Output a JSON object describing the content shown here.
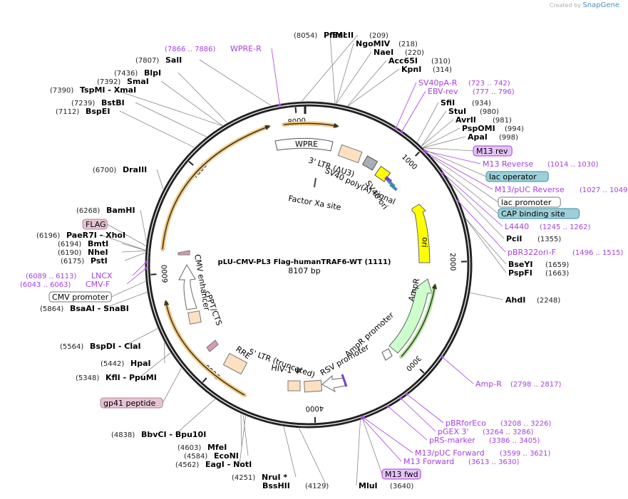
{
  "credit": {
    "prefix": "Created by",
    "brand": "SnapGene"
  },
  "plasmid": {
    "name": "pLU-CMV-PL3 Flag-humanTRAF6-WT (1111)",
    "length_label": "8107 bp",
    "length": 8107
  },
  "ticks": [
    "1000",
    "2000",
    "3000",
    "4000",
    "5000",
    "6000",
    "7000",
    "8000"
  ],
  "enzymes": [
    {
      "name": "PflMI",
      "pos": "(8054)"
    },
    {
      "name": "SacII",
      "pos": "(209)"
    },
    {
      "name": "NgoMIV",
      "pos": "(218)"
    },
    {
      "name": "NaeI",
      "pos": "(220)"
    },
    {
      "name": "Acc65I",
      "pos": "(310)"
    },
    {
      "name": "KpnI",
      "pos": "(314)"
    },
    {
      "name": "SfiI",
      "pos": "(934)"
    },
    {
      "name": "StuI",
      "pos": "(980)"
    },
    {
      "name": "AvrII",
      "pos": "(981)"
    },
    {
      "name": "PspOMI",
      "pos": "(994)"
    },
    {
      "name": "ApaI",
      "pos": "(998)"
    },
    {
      "name": "PciI",
      "pos": "(1355)"
    },
    {
      "name": "BseYI",
      "pos": "(1659)"
    },
    {
      "name": "PspFI",
      "pos": "(1663)"
    },
    {
      "name": "AhdI",
      "pos": "(2248)"
    },
    {
      "name": "MluI",
      "pos": "(3640)"
    },
    {
      "name": "BssHII",
      "pos": "(4129)"
    },
    {
      "name": "NruI *",
      "pos": "(4251)"
    },
    {
      "name": "EagI   - NotI",
      "pos": "(4562)"
    },
    {
      "name": "EcoNI",
      "pos": "(4584)"
    },
    {
      "name": "MfeI",
      "pos": "(4603)"
    },
    {
      "name": "BbvCI   - Bpu10I",
      "pos": "(4838)"
    },
    {
      "name": "KflI   - PpuMI",
      "pos": "(5348)"
    },
    {
      "name": "HpaI",
      "pos": "(5442)"
    },
    {
      "name": "BspDI   - ClaI",
      "pos": "(5564)"
    },
    {
      "name": "BsaAI   - SnaBI",
      "pos": "(5864)"
    },
    {
      "name": "PstI",
      "pos": "(6175)"
    },
    {
      "name": "NheI",
      "pos": "(6190)"
    },
    {
      "name": "BmtI",
      "pos": "(6194)"
    },
    {
      "name": "PaeR7I   - XhoI",
      "pos": "(6196)"
    },
    {
      "name": "BamHI",
      "pos": "(6268)"
    },
    {
      "name": "DraIII",
      "pos": "(6700)"
    },
    {
      "name": "BspEI",
      "pos": "(7112)"
    },
    {
      "name": "BstBI",
      "pos": "(7239)"
    },
    {
      "name": "TspMI   - XmaI",
      "pos": "(7390)"
    },
    {
      "name": "SmaI",
      "pos": "(7392)"
    },
    {
      "name": "BlpI",
      "pos": "(7436)"
    },
    {
      "name": "SalI",
      "pos": "(7807)"
    }
  ],
  "primers": [
    {
      "name": "WPRE-R",
      "range": "(7866 .. 7886)"
    },
    {
      "name": "SV40pA-R",
      "range": "(723 .. 742)"
    },
    {
      "name": "EBV-rev",
      "range": "(777 .. 796)"
    },
    {
      "name": "M13 Reverse",
      "range": "(1014 .. 1030)"
    },
    {
      "name": "M13/pUC Reverse",
      "range": "(1027 .. 1049)"
    },
    {
      "name": "L4440",
      "range": "(1245 .. 1262)"
    },
    {
      "name": "pBR322ori-F",
      "range": "(1496 .. 1515)"
    },
    {
      "name": "Amp-R",
      "range": "(2798 .. 2817)"
    },
    {
      "name": "pBRforEco",
      "range": "(3208 .. 3226)"
    },
    {
      "name": "pGEX 3'",
      "range": "(3264 .. 3286)"
    },
    {
      "name": "pRS-marker",
      "range": "(3386 .. 3405)"
    },
    {
      "name": "M13/pUC Forward",
      "range": "(3599 .. 3621)"
    },
    {
      "name": "M13 Forward",
      "range": "(3613 .. 3630)"
    },
    {
      "name": "LNCX",
      "range": "(6089 .. 6113)"
    },
    {
      "name": "CMV-F",
      "range": "(6043 .. 6063)"
    }
  ],
  "boxed_features": [
    {
      "name": "M13 rev",
      "style": "primer"
    },
    {
      "name": "lac operator",
      "style": "teal"
    },
    {
      "name": "lac promoter",
      "style": "white"
    },
    {
      "name": "CAP binding site",
      "style": "teal"
    },
    {
      "name": "M13 fwd",
      "style": "primer"
    },
    {
      "name": "gp41 peptide",
      "style": "pink"
    },
    {
      "name": "CMV promoter",
      "style": "white"
    },
    {
      "name": "FLAG",
      "style": "pink"
    }
  ],
  "inner_features": [
    "WPRE",
    "3' LTR (ΔU3)",
    "SV40 poly(A) signal",
    "SV40 ori",
    "Factor Xa site",
    "ori",
    "AmpR",
    "AmpR promoter",
    "RSV promoter",
    "5' LTR (truncated)",
    "HIV-1 Ψ",
    "RRE",
    "cPPT/CTS",
    "CMV enhancer"
  ],
  "colors": {
    "backbone": "#222222",
    "primer": "#a53ee0",
    "orf_orange": "#f5b041",
    "ori_yellow": "#ffff00",
    "ampr_green": "#ccffcc",
    "ltr_peach": "#fde0c0",
    "teal": "#9ccfd8",
    "pink_box": "#e6c3d3",
    "primer_box": "#e3c3f5"
  }
}
